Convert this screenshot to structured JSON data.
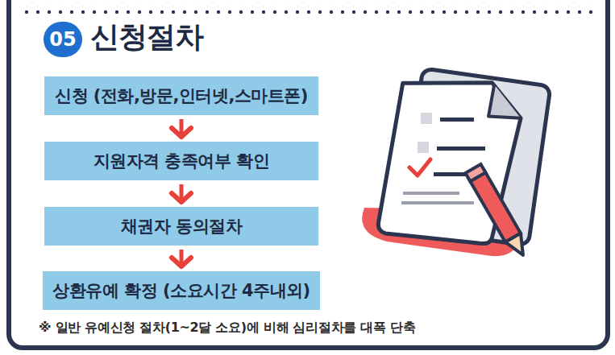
{
  "diagram": {
    "title": "신청절차",
    "nodes": [
      {
        "text": [
          "신청 (전화,방문,인터넷,스마트폰)"
        ]
      },
      {
        "text": [
          "지원자격 충족여부 확인"
        ]
      },
      {
        "text": [
          "채권자 동의절차"
        ]
      },
      {
        "text": [
          "상환유예 확정 (소요시간 4주내외)"
        ]
      }
    ],
    "edges": [
      {
        "from": 0,
        "to": 1,
        "arrow": "to"
      },
      {
        "from": 1,
        "to": 2,
        "arrow": "to"
      },
      {
        "from": 2,
        "to": 3,
        "arrow": "to"
      }
    ],
    "labels": [
      "05",
      "※ 일반 유예신청 절차(1~2달 소요)에 비해 심리절차를 대폭 단축"
    ]
  }
}
